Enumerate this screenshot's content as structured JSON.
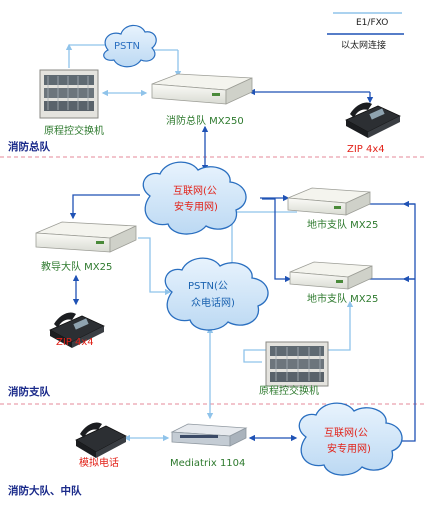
{
  "legend": {
    "e1_fxo": "E1/FXO",
    "ethernet": "以太网连接"
  },
  "sections": {
    "hq": "消防总队",
    "branch": "消防支队",
    "brigade": "消防大队、中队"
  },
  "nodes": {
    "pstn_top": "PSTN",
    "pbx_top": "原程控交换机",
    "mx250": "消防总队 MX250",
    "zip_top": "ZIP 4x4",
    "internet_1_line1": "互联网(公",
    "internet_1_line2": "安专用网)",
    "mx25_city_1": "地市支队 MX25",
    "mx25_city_2": "地市支队 MX25",
    "mx25_training": "教导大队 MX25",
    "pstn_mid_line1": "PSTN(公",
    "pstn_mid_line2": "众电话网)",
    "zip_mid": "ZIP 4x4",
    "pbx_mid": "原程控交换机",
    "analog_phone": "模拟电话",
    "mediatrix": "Mediatrix 1104",
    "internet_2_line1": "互联网(公",
    "internet_2_line2": "安专用网)"
  },
  "colors": {
    "e1_line": "#8fc3ea",
    "ethernet_line": "#1f52b5",
    "cloud_fill": "#cfe5f8",
    "cloud_stroke": "#2a6fc0",
    "divider": "#e58a9a",
    "red_label": "#e2231a",
    "blue_label": "#1a62b0",
    "section_label": "#1a2a8a"
  }
}
